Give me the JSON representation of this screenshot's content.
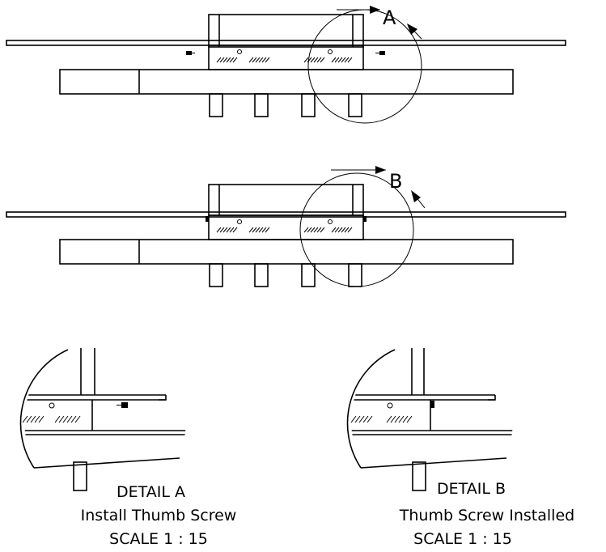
{
  "top_view": {
    "callout_label": "A"
  },
  "middle_view": {
    "callout_label": "B"
  },
  "detail_a": {
    "title": "DETAIL A",
    "caption": "Install Thumb Screw",
    "scale": "SCALE 1 : 15"
  },
  "detail_b": {
    "title": "DETAIL B",
    "caption": "Thumb Screw Installed",
    "scale": "SCALE 1 : 15"
  }
}
